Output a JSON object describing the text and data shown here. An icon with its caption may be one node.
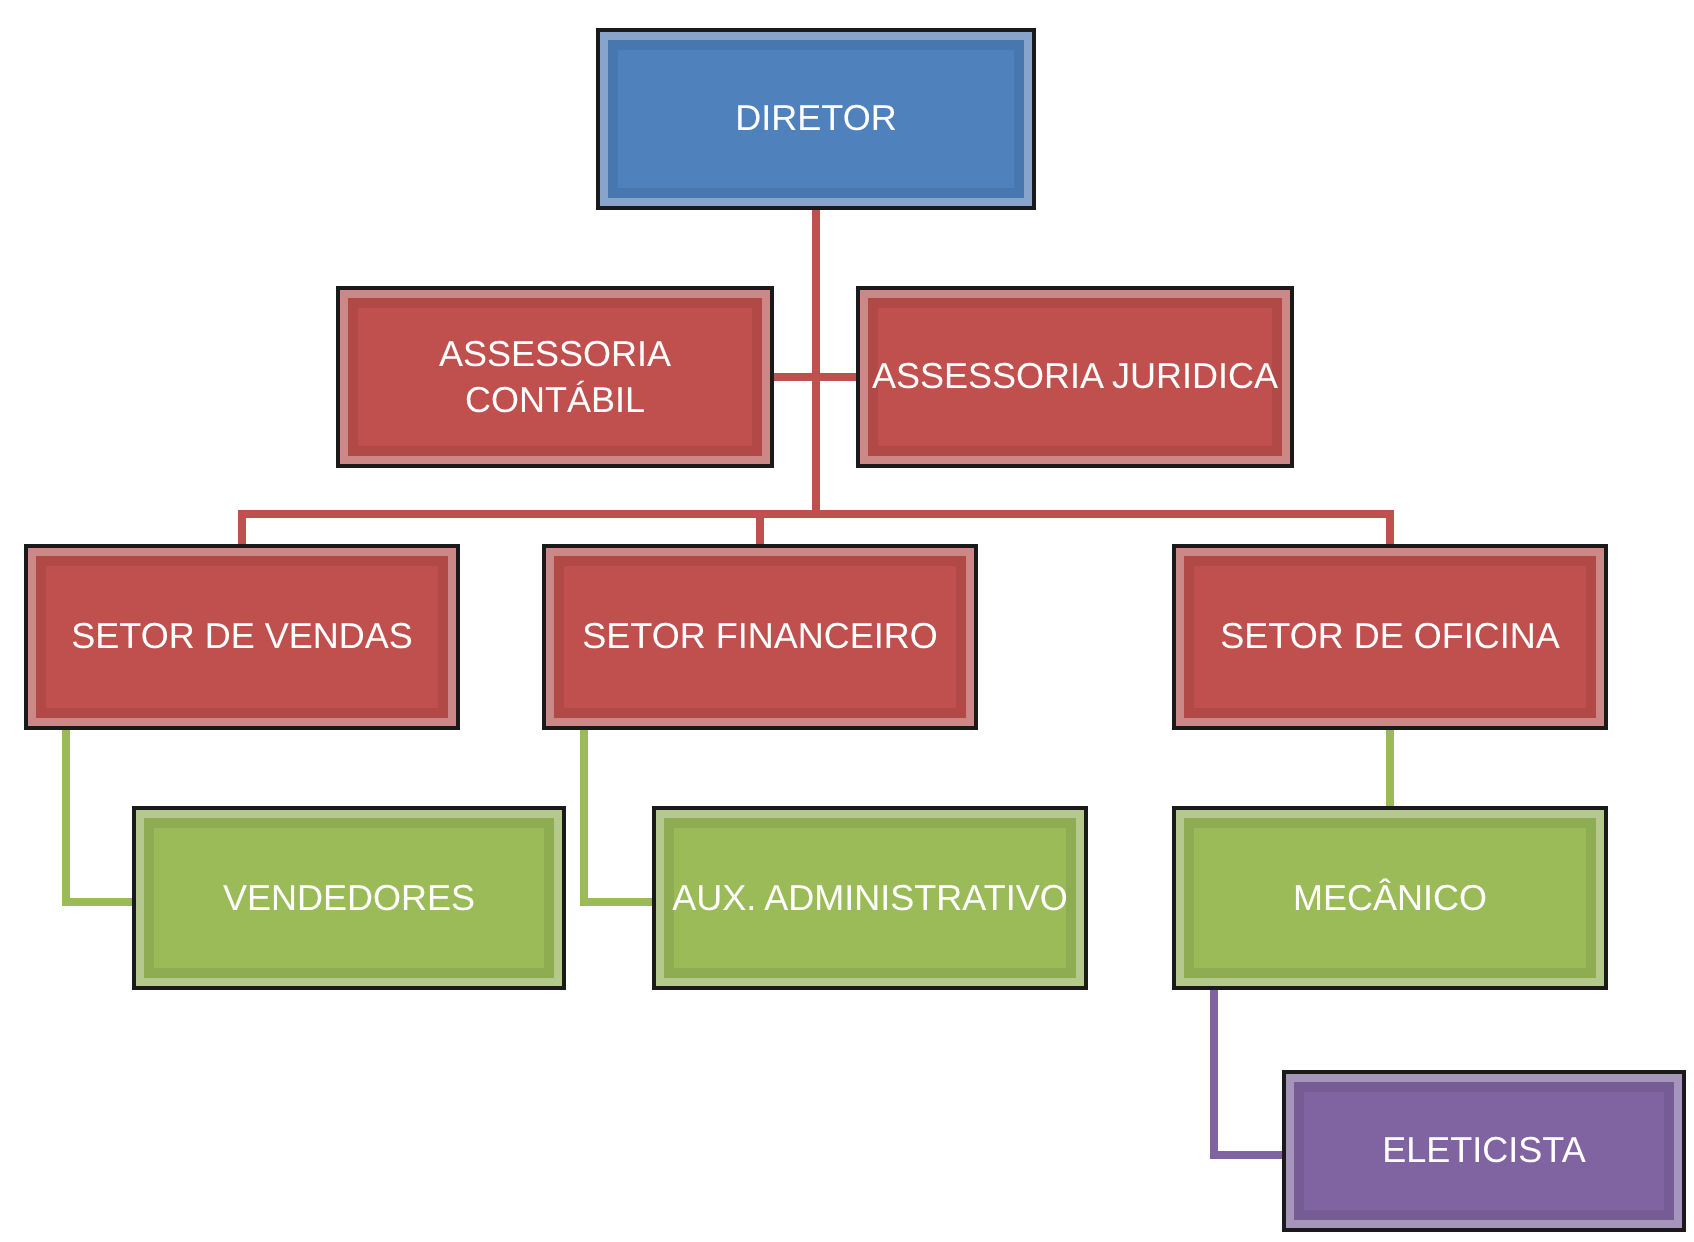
{
  "diagram": {
    "nodes": [
      {
        "text": [
          "DIRETOR"
        ]
      },
      {
        "text": [
          "ASSESSORIA CONTÁBIL"
        ]
      },
      {
        "text": [
          "ASSESSORIA JURIDICA"
        ]
      },
      {
        "text": [
          "SETOR DE VENDAS"
        ]
      },
      {
        "text": [
          "SETOR FINANCEIRO"
        ]
      },
      {
        "text": [
          "SETOR DE OFICINA"
        ]
      },
      {
        "text": [
          "VENDEDORES"
        ]
      },
      {
        "text": [
          "AUX. ADMINISTRATIVO"
        ]
      },
      {
        "text": [
          "MECÂNICO"
        ]
      },
      {
        "text": [
          "ELETICISTA"
        ]
      }
    ],
    "edges": [
      {
        "from": 0,
        "to": 1,
        "arrow": "none"
      },
      {
        "from": 0,
        "to": 2,
        "arrow": "none"
      },
      {
        "from": 0,
        "to": 3,
        "arrow": "none"
      },
      {
        "from": 0,
        "to": 4,
        "arrow": "none"
      },
      {
        "from": 0,
        "to": 5,
        "arrow": "none"
      },
      {
        "from": 3,
        "to": 6,
        "arrow": "none",
        "color": "#9bbb59"
      },
      {
        "from": 4,
        "to": 7,
        "arrow": "none",
        "color": "#9bbb59"
      },
      {
        "from": 5,
        "to": 8,
        "arrow": "none",
        "color": "#9bbb59"
      },
      {
        "from": 8,
        "to": 9,
        "arrow": "none",
        "color": "#8064a2"
      }
    ]
  }
}
